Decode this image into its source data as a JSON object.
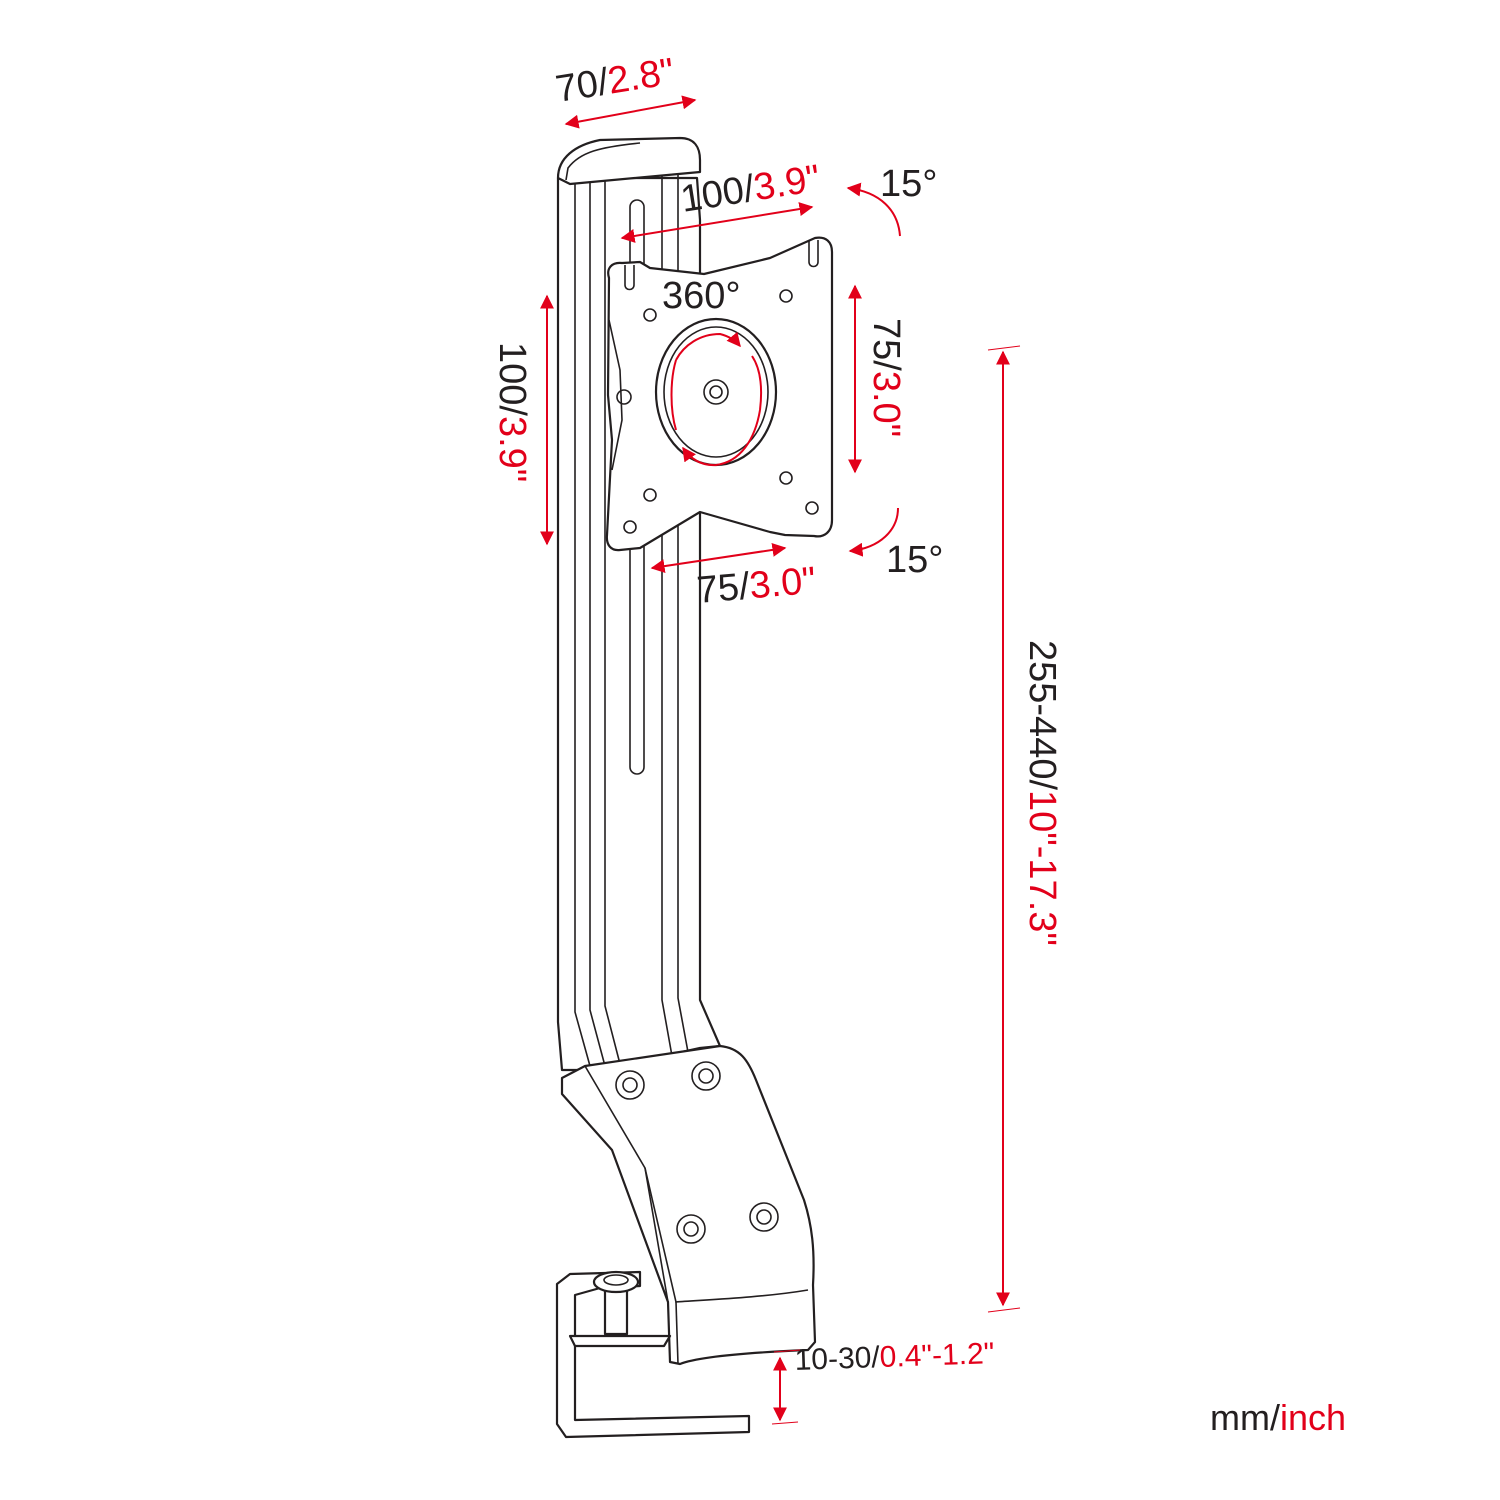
{
  "diagram": {
    "colors": {
      "mm": "#231f20",
      "inch": "#e2001a",
      "line": "#231f20"
    },
    "dimensions": {
      "top_width": {
        "mm": "70/",
        "inch": "2.8\""
      },
      "plate_hole_width": {
        "mm": "100/",
        "inch": "3.9\""
      },
      "plate_hole_height_left": {
        "mm": "100/",
        "inch": "3.9\""
      },
      "plate_hole_height_right": {
        "mm": "75/",
        "inch": "3.0\""
      },
      "plate_hole_width_bottom": {
        "mm": "75/",
        "inch": "3.0\""
      },
      "height_range": {
        "mm": "255-440/",
        "inch": "10\"-17.3\""
      },
      "clamp_range": {
        "mm": "10-30/",
        "inch": "0.4\"-1.2\""
      }
    },
    "angles": {
      "tilt_top": "15°",
      "tilt_bottom": "15°",
      "rotation": "360°"
    },
    "legend": {
      "mm": "mm/",
      "inch": "inch"
    }
  }
}
